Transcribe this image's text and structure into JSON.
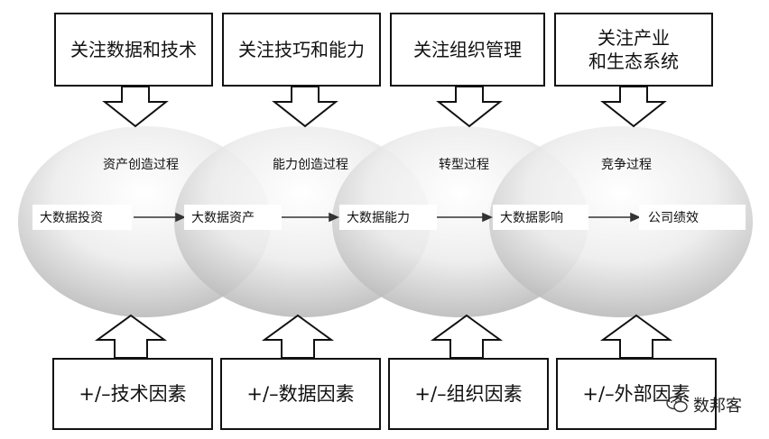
{
  "top_factors": [
    "关注数据和技术",
    "关注技巧和能力",
    "关注组织管理",
    "关注产业\n和生态系统"
  ],
  "processes": [
    "资产创造过程",
    "能力创造过程",
    "转型过程",
    "竞争过程"
  ],
  "steps": [
    "大数据投资",
    "大数据资产",
    "大数据能力",
    "大数据影响",
    "公司绩效"
  ],
  "bottom_factors": [
    "+/–技术因素",
    "+/–数据因素",
    "+/–组织因素",
    "+/–外部因素"
  ],
  "watermark": "数邦客",
  "colors": {
    "ellipse_light": "#ffffff",
    "ellipse_dark": "#b9b9b9",
    "line": "#111111"
  }
}
